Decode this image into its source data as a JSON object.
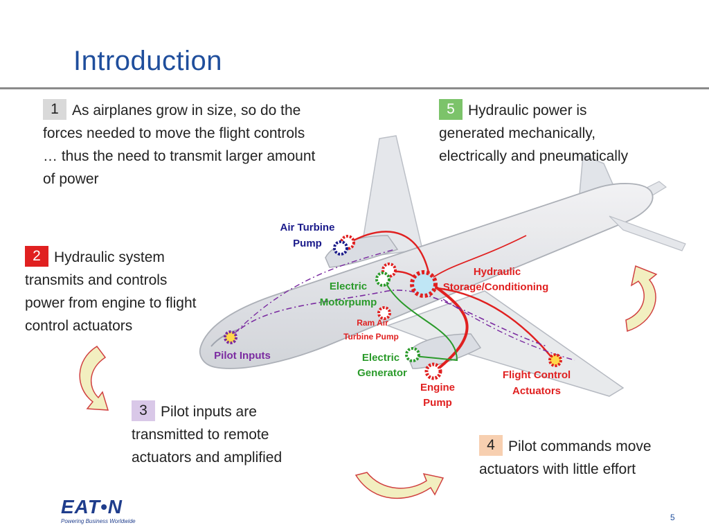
{
  "title": "Introduction",
  "blocks": [
    {
      "num": "1",
      "text": "As airplanes grow in size, so do the forces needed to move the flight controls … thus the need to transmit larger amount of power",
      "badge_color": "#d9d9d9",
      "text_color": "#222222"
    },
    {
      "num": "2",
      "text": "Hydraulic system transmits and controls power from engine to flight control actuators",
      "badge_color": "#e02020",
      "text_color": "#ffffff"
    },
    {
      "num": "3",
      "text": "Pilot inputs are transmitted to remote actuators and amplified",
      "badge_color": "#d9c8e8",
      "text_color": "#222222"
    },
    {
      "num": "4",
      "text": "Pilot commands move actuators with little effort",
      "badge_color": "#f7cfb0",
      "text_color": "#222222"
    },
    {
      "num": "5",
      "text": "Hydraulic power is generated mechanically, electrically and pneumatically",
      "badge_color": "#7cc36a",
      "text_color": "#ffffff"
    }
  ],
  "labels": {
    "air_turbine_pump_1": "Air Turbine",
    "air_turbine_pump_2": "Pump",
    "electric_motorpump_1": "Electric",
    "electric_motorpump_2": "Motorpump",
    "hydraulic_storage_1": "Hydraulic",
    "hydraulic_storage_2": "Storage/Conditioning",
    "ram_air_turbine_pump_1": "Ram Air",
    "ram_air_turbine_pump_2": "Turbine Pump",
    "pilot_inputs": "Pilot Inputs",
    "electric_generator_1": "Electric",
    "electric_generator_2": "Generator",
    "engine_pump_1": "Engine",
    "engine_pump_2": "Pump",
    "flight_control_actuators_1": "Flight Control",
    "flight_control_actuators_2": "Actuators"
  },
  "colors": {
    "title": "#1f4e9c",
    "red": "#e02020",
    "green": "#2a9a2a",
    "navy": "#1a1a8a",
    "purple": "#7a2aa0",
    "arrow_fill": "#f2efc0",
    "arrow_stroke": "#d04040"
  },
  "logo": {
    "word": "EAT•N",
    "tagline": "Powering Business Worldwide"
  },
  "page_number": "5"
}
